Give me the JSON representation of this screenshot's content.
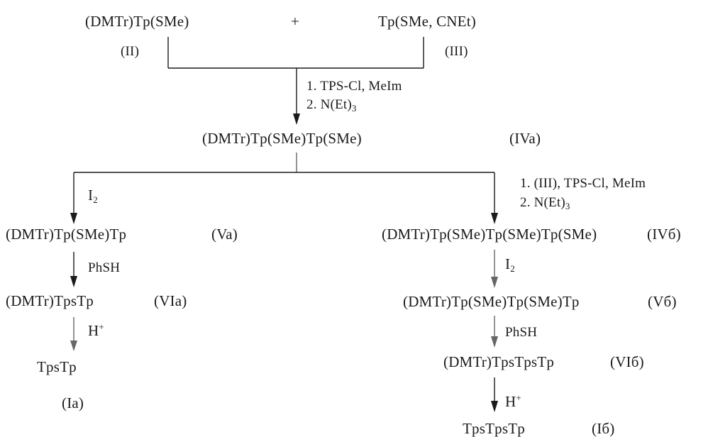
{
  "reactant_ii": "(DMTr)Tp(SMe)",
  "plus": "+",
  "reactant_iii": "Tp(SMe, CNEt)",
  "label_ii": "(II)",
  "label_iii": "(III)",
  "step1": {
    "line1": "1. TPS-Cl, MeIm",
    "line2_main": "2. N(Et)",
    "line2_sub": "3"
  },
  "dimer": "(DMTr)Tp(SMe)Tp(SMe)",
  "label_iva": "(IVa)",
  "left": {
    "reagent1_main": "I",
    "reagent1_sub": "2",
    "compound_va": "(DMTr)Tp(SMe)Tp",
    "label_va": "(Va)",
    "reagent2": "PhSH",
    "compound_via": "(DMTr)TpsTp",
    "label_via": "(VIa)",
    "reagent3_main": "H",
    "reagent3_sup": "+",
    "product": "TpsTp",
    "label_ia": "(Ia)"
  },
  "right": {
    "step_line1": "1. (III), TPS-Cl, MeIm",
    "step_line2_main": "2. N(Et)",
    "step_line2_sub": "3",
    "compound_ivb": "(DMTr)Tp(SMe)Tp(SMe)Tp(SMe)",
    "label_ivb": "(IVб)",
    "reagent1_main": "I",
    "reagent1_sub": "2",
    "compound_vb": "(DMTr)Tp(SMe)Tp(SMe)Tp",
    "label_vb": "(Vб)",
    "reagent2": "PhSH",
    "compound_vib": "(DMTr)TpsTpsTp",
    "label_vib": "(VIб)",
    "reagent3_main": "H",
    "reagent3_sup": "+",
    "product": "TpsTpsTp",
    "label_ib": "(Iб)"
  }
}
